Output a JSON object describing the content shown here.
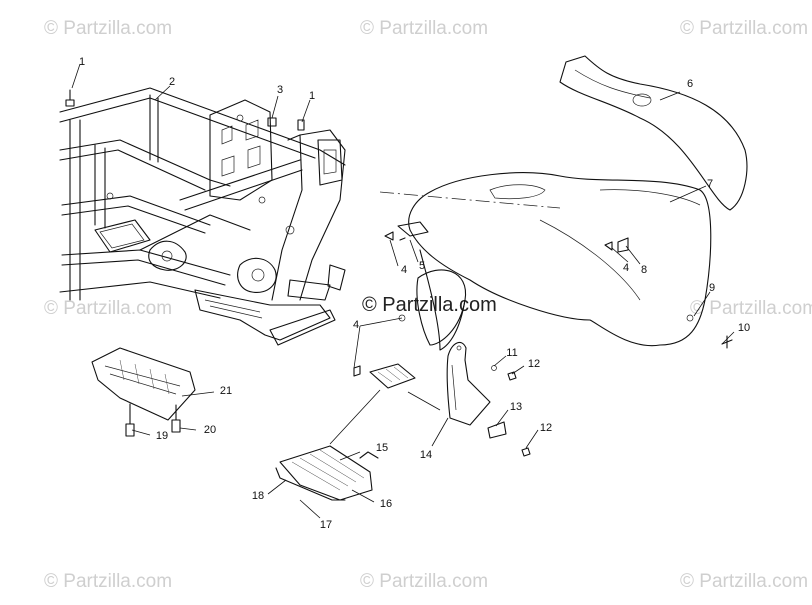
{
  "watermark": {
    "text": "© Partzilla.com",
    "center_text": "© Partzilla.com"
  },
  "callouts": {
    "c1a": "1",
    "c1b": "1",
    "c2": "2",
    "c3": "3",
    "c4a": "4",
    "c4b": "4",
    "c4c": "4",
    "c5": "5",
    "c6": "6",
    "c7": "7",
    "c8": "8",
    "c9": "9",
    "c10": "10",
    "c11": "11",
    "c12a": "12",
    "c12b": "12",
    "c13": "13",
    "c14": "14",
    "c15": "15",
    "c16": "16",
    "c17": "17",
    "c18": "18",
    "c19": "19",
    "c20": "20",
    "c21": "21"
  },
  "icons": [
    "copyright-symbol"
  ]
}
